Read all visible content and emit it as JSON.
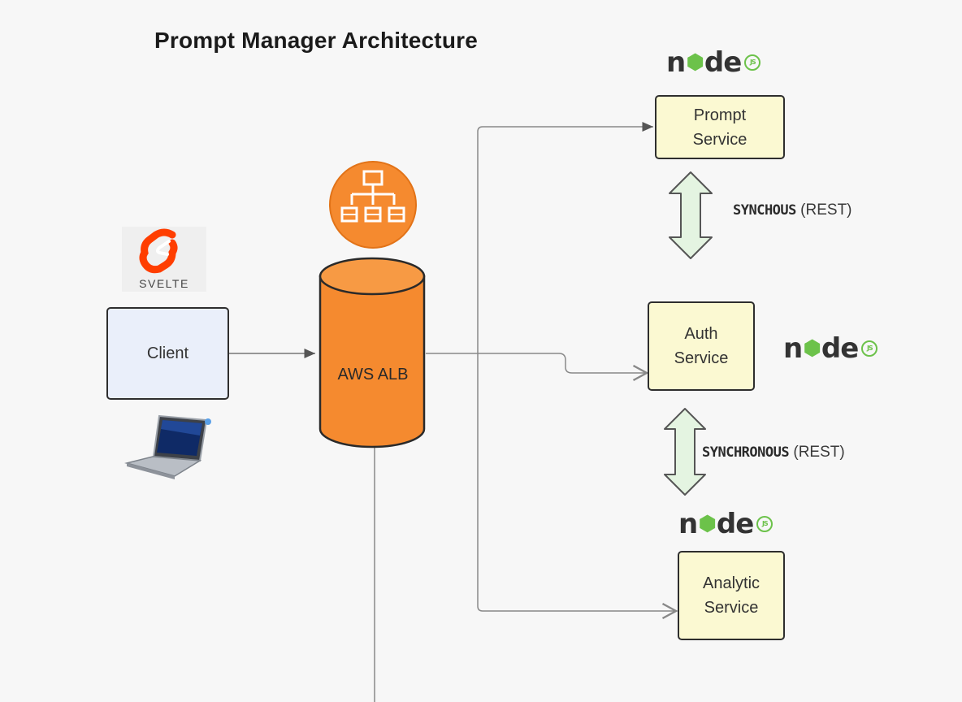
{
  "title": "Prompt Manager Architecture",
  "nodes": {
    "client": {
      "label": "Client"
    },
    "alb": {
      "label": "AWS ALB"
    },
    "prompt": {
      "line1": "Prompt",
      "line2": "Service"
    },
    "auth": {
      "line1": "Auth",
      "line2": "Service"
    },
    "analytic": {
      "line1": "Analytic",
      "line2": "Service"
    }
  },
  "links": [
    {
      "keyword": "SYNCHOUS",
      "suffix": "(REST)"
    },
    {
      "keyword": "SYNCHRONOUS",
      "suffix": "(REST)"
    }
  ],
  "logos": {
    "svelte": "SVELTE",
    "node": {
      "n": "n",
      "d": "d",
      "e": "e",
      "js": "JS"
    }
  },
  "icons": [
    "node-logo",
    "svelte-logo",
    "laptop-icon",
    "load-balancer-icon"
  ],
  "colors": {
    "alb_orange": "#f58a2f",
    "service_fill": "#fbf9d2",
    "client_fill": "#eaeffa",
    "arrow_fill": "#e4f4e1",
    "node_green": "#6cc24a"
  }
}
